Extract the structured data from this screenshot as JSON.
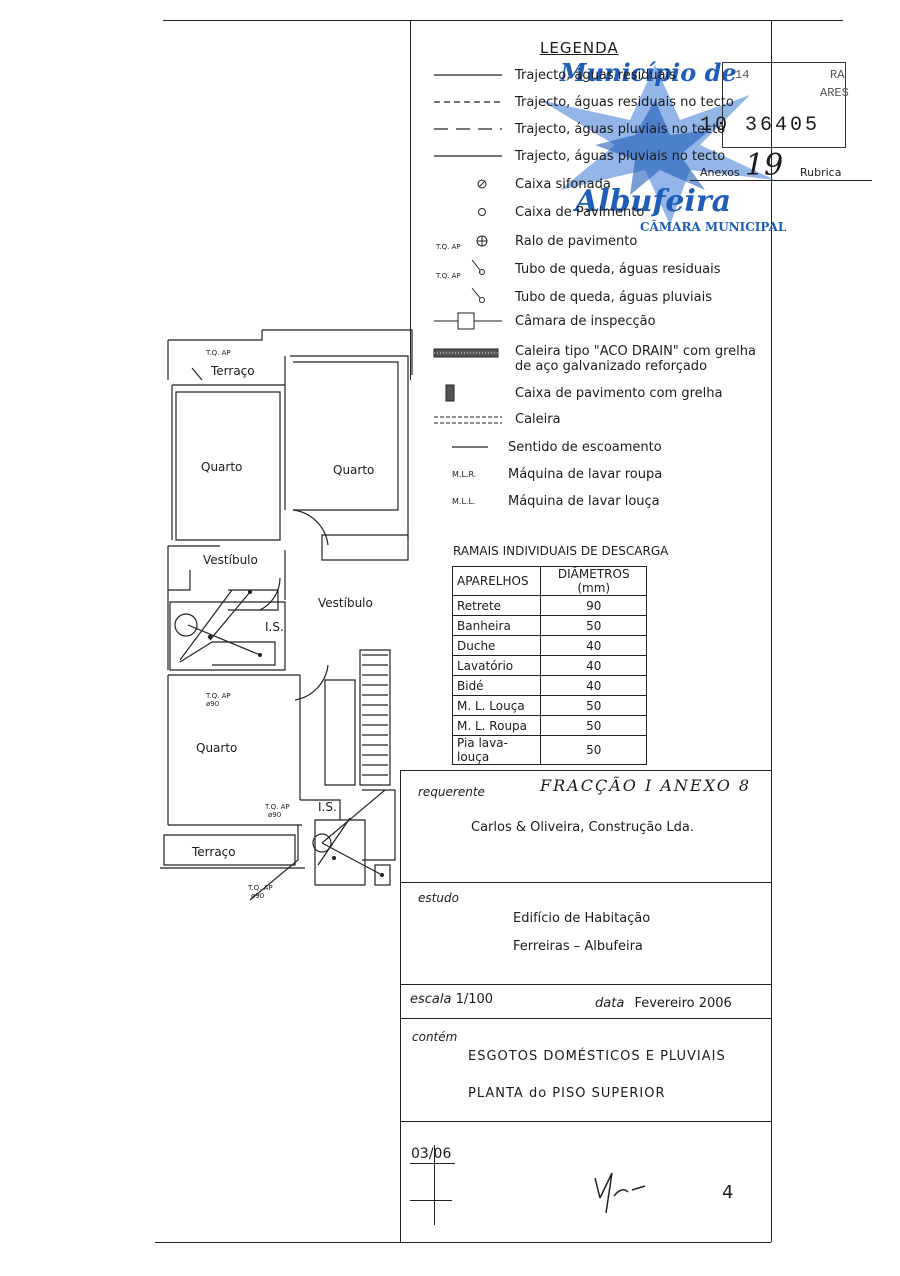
{
  "legend": {
    "title": "LEGENDA",
    "items": [
      {
        "label": "Trajecto, águas residuais"
      },
      {
        "label": "Trajecto, águas residuais no tecto"
      },
      {
        "label": "Trajecto, águas pluviais no tecto"
      },
      {
        "label": "Trajecto, águas pluviais no tecto"
      },
      {
        "label": "Caixa sifonada"
      },
      {
        "label": "Caixa de Pavimento"
      },
      {
        "label": "Ralo de pavimento"
      },
      {
        "label": "Tubo de queda, águas residuais"
      },
      {
        "label": "Tubo de queda, águas pluviais"
      },
      {
        "label": "Câmara de inspecção"
      },
      {
        "label": "Caleira tipo \"ACO DRAIN\" com grelha",
        "label2": "de aço galvanizado reforçado"
      },
      {
        "label": "Caixa de pavimento com grelha"
      },
      {
        "label": "Caleira"
      },
      {
        "label": "Sentido de escoamento"
      },
      {
        "label": "Máquina de lavar roupa",
        "abbr": "M.L.R."
      },
      {
        "label": "Máquina de lavar louça",
        "abbr": "M.L.L."
      }
    ],
    "tq_tag": "T.Q. AP"
  },
  "stamp": {
    "line1": "Município de",
    "line2": "Albufeira",
    "line3": "CÂMARA MUNICIPAL",
    "number": "10 36405",
    "handwritten": "19",
    "side_text_1": "14",
    "side_text_2": "RA",
    "side_text_3": "ARES",
    "anexos": "Anexos",
    "rubrica": "Rubrica"
  },
  "ramais": {
    "title": "RAMAIS INDIVIDUAIS DE DESCARGA",
    "headers": [
      "APARELHOS",
      "DIÂMETROS (mm)"
    ],
    "rows": [
      [
        "Retrete",
        "90"
      ],
      [
        "Banheira",
        "50"
      ],
      [
        "Duche",
        "40"
      ],
      [
        "Lavatório",
        "40"
      ],
      [
        "Bidé",
        "40"
      ],
      [
        "M. L. Louça",
        "50"
      ],
      [
        "M. L. Roupa",
        "50"
      ],
      [
        "Pia lava-louça",
        "50"
      ]
    ]
  },
  "plan": {
    "rooms": {
      "terraco_top": "Terraço",
      "quarto_1": "Quarto",
      "quarto_2": "Quarto",
      "vestibulo_1": "Vestíbulo",
      "vestibulo_2": "Vestíbulo",
      "is_1": "I.S.",
      "quarto_3": "Quarto",
      "is_2": "I.S.",
      "terraco_bottom": "Terraço"
    },
    "tag_tq": "T.Q. AP",
    "tag_dia": "ø90"
  },
  "title_block": {
    "requerente_label": "requerente",
    "requerente_note": "FRACÇÃO I ANEXO 8",
    "requerente": "Carlos & Oliveira, Construção Lda.",
    "estudo_label": "estudo",
    "estudo_line1": "Edifício de Habitação",
    "estudo_line2": "Ferreiras – Albufeira",
    "escala_label": "escala",
    "escala": "1/100",
    "data_label": "data",
    "data": "Fevereiro 2006",
    "contem_label": "contém",
    "contem_line1": "ESGOTOS DOMÉSTICOS E PLUVIAIS",
    "contem_line2": "PLANTA do PISO SUPERIOR",
    "sheet": "03/06",
    "sheet_num": "4"
  }
}
